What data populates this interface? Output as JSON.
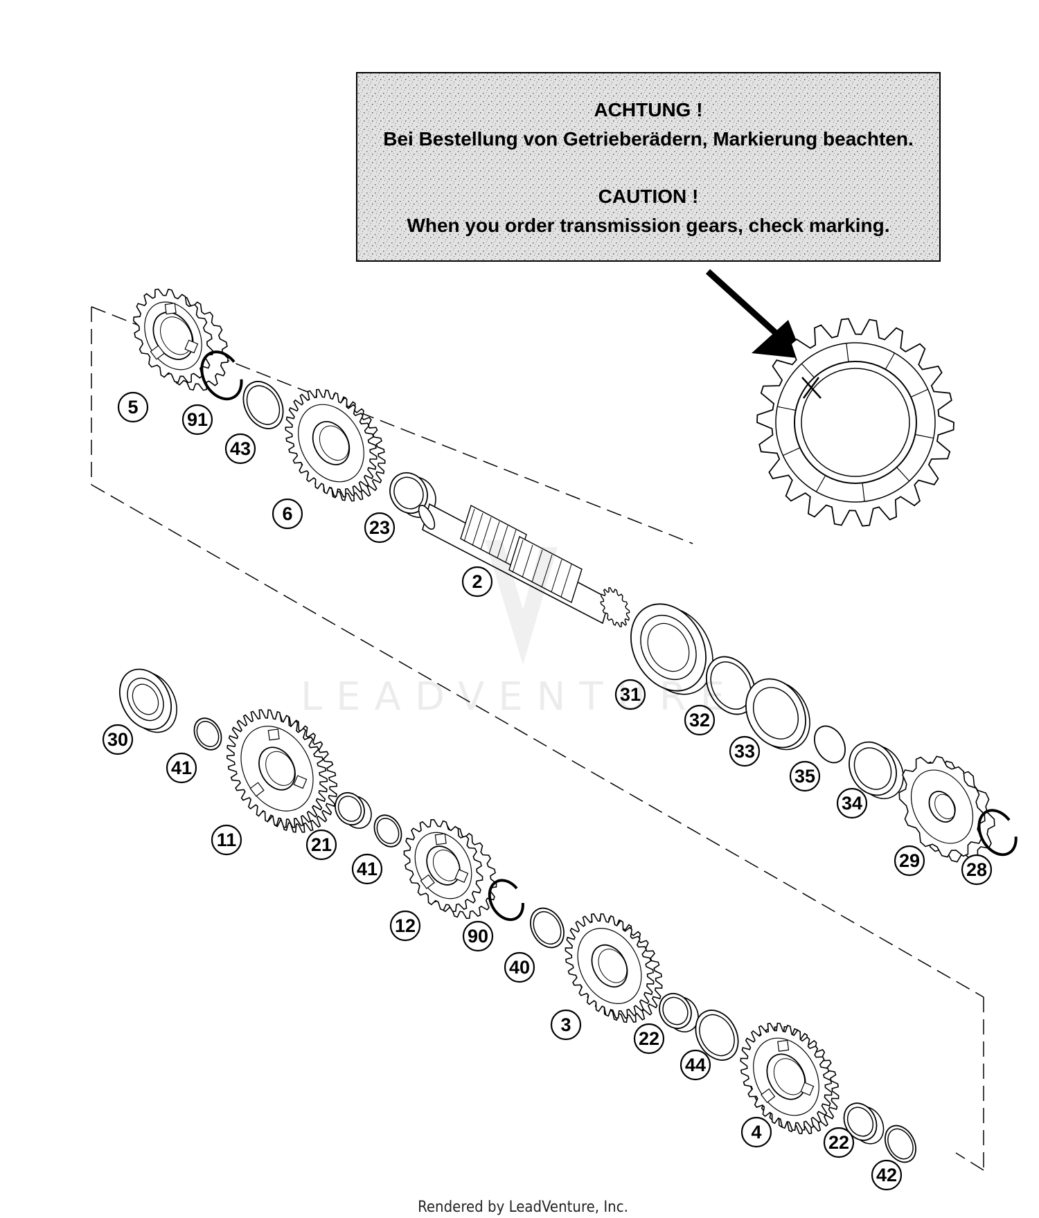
{
  "caution_box": {
    "de_heading": "ACHTUNG !",
    "de_text": "Bei Bestellung von Getrieberädern, Markierung beachten.",
    "en_heading": "CAUTION !",
    "en_text": "When you order transmission gears, check marking."
  },
  "watermark": "LEADVENTURE",
  "footer": "Rendered by LeadVenture, Inc.",
  "callouts": [
    "5",
    "91",
    "43",
    "6",
    "23",
    "2",
    "31",
    "32",
    "33",
    "35",
    "34",
    "29",
    "28",
    "30",
    "41",
    "11",
    "21",
    "41",
    "12",
    "90",
    "40",
    "3",
    "22",
    "44",
    "4",
    "22",
    "42"
  ],
  "colors": {
    "ink": "#000000",
    "box_fill": "#d9d9d9"
  }
}
